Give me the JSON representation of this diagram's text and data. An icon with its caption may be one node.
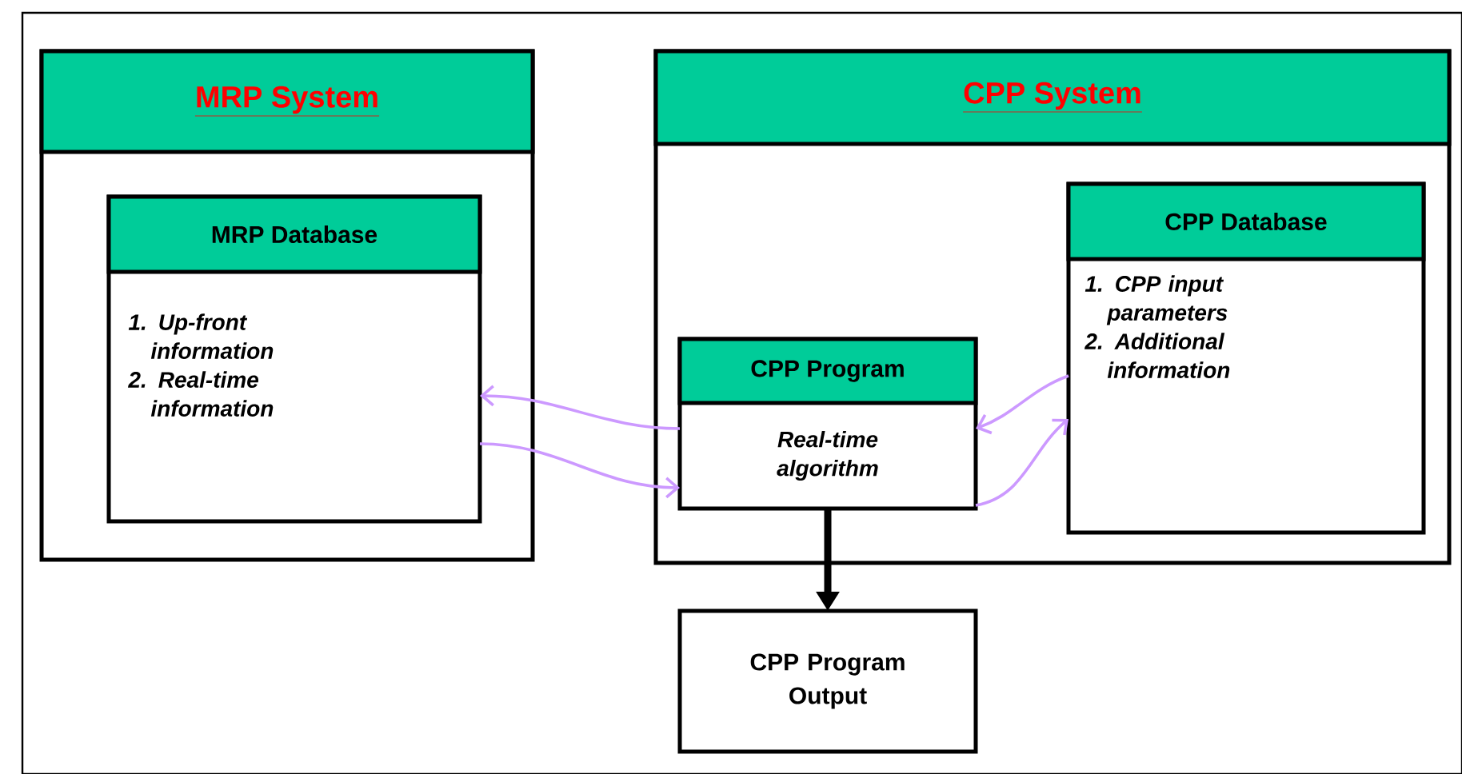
{
  "diagram": {
    "nodes": [
      {
        "text": [
          "MRP System"
        ]
      },
      {
        "text": [
          "MRP Database",
          "1. Up-front information",
          "2. Real-time information"
        ],
        "in": 0
      },
      {
        "text": [
          "CPP System"
        ]
      },
      {
        "text": [
          "CPP Program",
          "Real-time algorithm"
        ],
        "in": 2
      },
      {
        "text": [
          "CPP Database",
          "1. CPP input parameters",
          "2. Additional information"
        ],
        "in": 2
      },
      {
        "text": [
          "CPP Program Output"
        ]
      }
    ],
    "edges": [
      {
        "from": 3,
        "to": 1,
        "arrow": "to"
      },
      {
        "from": 1,
        "to": 3,
        "arrow": "to"
      },
      {
        "from": 4,
        "to": 3,
        "arrow": "to"
      },
      {
        "from": 3,
        "to": 4,
        "arrow": "to"
      },
      {
        "from": 3,
        "to": 5,
        "arrow": "to",
        "style": "thick",
        "color": "#000000"
      }
    ]
  }
}
